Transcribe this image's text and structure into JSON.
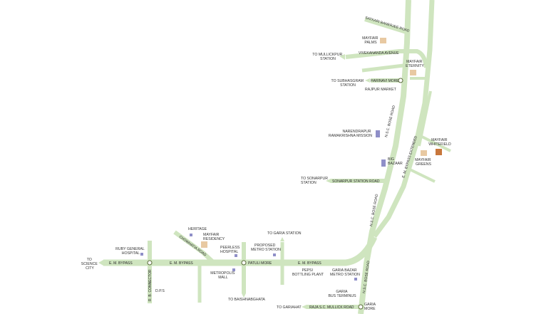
{
  "colors": {
    "road": "#cfe5bf",
    "road_label_bg": "#cfe5bf",
    "text": "#333333",
    "mayfair_marker": "#e8c9a2",
    "mayfair_whitefield_marker": "#c8773c",
    "landmark_marker": "#8f8fc8",
    "junction_ring": "#5a6a3a"
  },
  "road_labels": {
    "satkari_banerjee": "SATKARI BANERJEE ROAD",
    "vivekananda": "VIVEKANANDA AVENUE",
    "harinavi_more": "HARINAVI MORE",
    "nsc_bose_upper": "N.S.C. BOSE ROAD",
    "em_bypass_extended": "E. M. BYPASS EXTENDED",
    "sonarpur_station_road": "SONARPUR STATION ROAD",
    "nsc_bose_middle": "N.S.C. BOSE ROAD",
    "nsc_bose_lower": "N.S.C. BOSE ROAD",
    "chowhatia": "CHOWHATIA ROAD",
    "em_bypass_1": "E. M. BYPASS",
    "em_bypass_2": "E. M. BYPASS",
    "em_bypass_3": "E. M. BYPASS",
    "patuli_more": "PATULI MORE",
    "rb_connector": "R. B. CONNECTOR",
    "raja_sc_mullick": "RAJA S.C. MULLICK ROAD"
  },
  "places": {
    "mayfair_palms": "MAYFAIR PALMS",
    "to_mullickpur": "TO MULLICKPUR STATION",
    "mayfair_eternity": "MAYFAIR ETERNITY",
    "to_subhasgram": "TO SUBHASGRAM STATION",
    "rajpur_market": "RAJPUR MARKET",
    "narendrapur": "NARENDRAPUR RAMAKRISHNA MISSION",
    "mayfair_whitefield": "MAYFAIR WHITEFIELD",
    "big_bazaar": "BIG BAZAAR",
    "mayfair_greens": "MAYFAIR GREENS",
    "to_sonarpur": "TO SONARPUR STATION",
    "heritage": "HERITAGE",
    "mayfair_residency": "MAYFAIR RESIDENCY",
    "to_garia_station": "TO GARIA STATION",
    "ruby_hospital": "RUBY GENERAL HOSPITAL",
    "peerless_hospital": "PEERLESS HOSPITAL",
    "proposed_metro": "PROPOSED METRO STATION",
    "to_science_city": "TO SCIENCE CITY",
    "metropolis_mall": "METROPOLIS MALL",
    "pepsi_plant": "PEPSI BOTTLING PLANT",
    "garia_bazar_metro": "GARIA BAZAR METRO STATION",
    "dps": "D.P.S",
    "garia_bus_terminus": "GARIA BUS TERMINUS",
    "to_baishnabghata": "TO BAISHNABGHATA",
    "to_gariahat": "TO GARIAHAT",
    "garia_more": "GARIA MORE"
  }
}
